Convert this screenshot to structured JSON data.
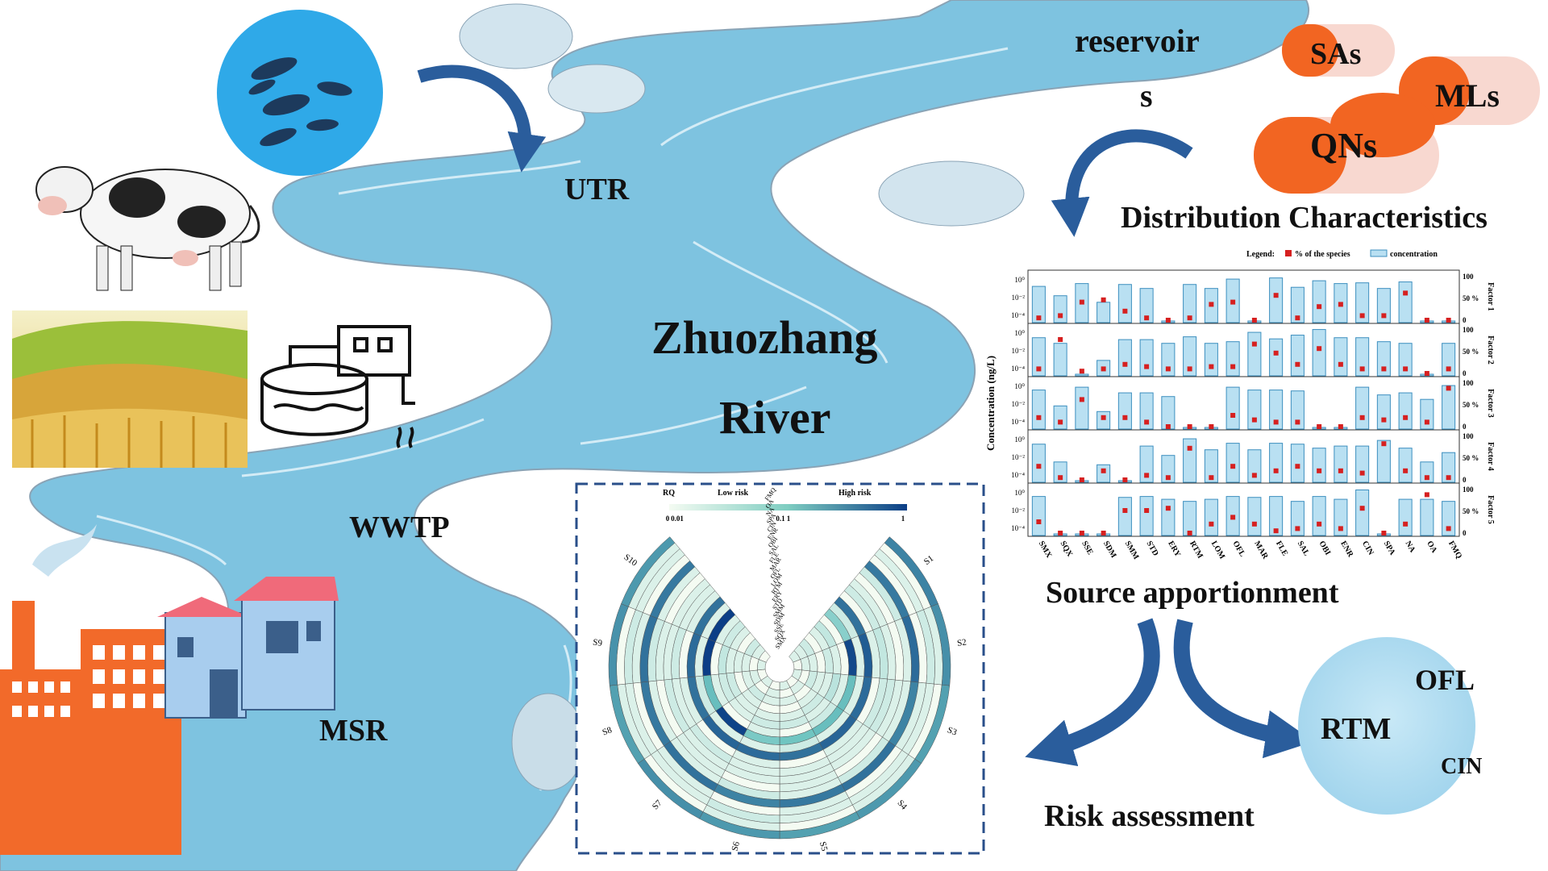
{
  "river": {
    "name_line1": "Zhuozhang",
    "name_line2": "River",
    "sites": {
      "utr": "UTR",
      "wwtp": "WWTP",
      "msr": "MSR"
    },
    "reservoir_line1": "reservoir",
    "reservoir_line2": "s"
  },
  "antibiotic_classes": [
    "SAs",
    "MLs",
    "QNs"
  ],
  "sections": {
    "distribution": "Distribution Characteristics",
    "source": "Source apportionment",
    "risk": "Risk assessment"
  },
  "risk_bubble": {
    "items": [
      "OFL",
      "RTM",
      "CIN"
    ]
  },
  "chart_data": [
    {
      "type": "bar",
      "legend": {
        "title": "Legend:",
        "items": [
          "% of the species",
          "concentration"
        ]
      },
      "ylabel": "Concentration (ng/L)",
      "yticks_left": [
        "10⁰",
        "10⁻²",
        "10⁻⁴"
      ],
      "yticks_right": [
        "100",
        "50 %",
        "0"
      ],
      "categories": [
        "SMX",
        "SQX",
        "SSE",
        "SDM",
        "SMM",
        "STD",
        "ERY",
        "RTM",
        "LOM",
        "OFL",
        "MAR",
        "FLE",
        "SAL",
        "OBI",
        "ENR",
        "CIN",
        "SPA",
        "NA",
        "OA",
        "FMQ"
      ],
      "series": [
        {
          "name": "Factor 1",
          "conc": [
            0.5,
            0.05,
            1,
            0.01,
            0.8,
            0.3,
            0.0001,
            0.8,
            0.3,
            3,
            0.0001,
            4,
            0.4,
            2,
            1,
            1.2,
            0.3,
            1.5,
            0.0001,
            0.0001
          ],
          "pct": [
            5,
            10,
            40,
            45,
            20,
            5,
            0,
            5,
            35,
            40,
            0,
            55,
            5,
            30,
            35,
            10,
            10,
            60,
            0,
            0
          ]
        },
        {
          "name": "Factor 2",
          "conc": [
            0.8,
            0.2,
            0.0001,
            0.003,
            0.5,
            0.5,
            0.2,
            1,
            0.2,
            0.3,
            3,
            0.6,
            1.5,
            6,
            0.8,
            0.8,
            0.3,
            0.2,
            0.0001,
            0.2
          ],
          "pct": [
            10,
            75,
            5,
            10,
            20,
            15,
            10,
            10,
            15,
            15,
            65,
            45,
            20,
            55,
            20,
            10,
            10,
            10,
            0,
            10
          ]
        },
        {
          "name": "Factor 3",
          "conc": [
            1,
            0.02,
            2,
            0.005,
            0.5,
            0.5,
            0.2,
            0.0001,
            0.0001,
            2,
            1,
            1,
            0.8,
            0.0001,
            0.0001,
            2,
            0.3,
            0.5,
            0.1,
            3
          ],
          "pct": [
            20,
            10,
            60,
            20,
            20,
            10,
            0,
            0,
            0,
            25,
            15,
            10,
            10,
            0,
            0,
            20,
            15,
            20,
            10,
            85
          ]
        },
        {
          "name": "Factor 4",
          "conc": [
            0.8,
            0.01,
            0.0001,
            0.005,
            0.0001,
            0.5,
            0.05,
            3,
            0.2,
            1,
            0.2,
            1,
            0.8,
            0.3,
            0.5,
            0.5,
            2,
            0.3,
            0.01,
            0.1
          ],
          "pct": [
            30,
            5,
            0,
            20,
            0,
            10,
            5,
            70,
            5,
            30,
            10,
            20,
            30,
            20,
            20,
            15,
            80,
            20,
            5,
            5
          ]
        },
        {
          "name": "Factor 5",
          "conc": [
            1,
            0.0001,
            0.0001,
            0.0001,
            0.8,
            1,
            0.5,
            0.3,
            0.5,
            1,
            0.8,
            1,
            0.3,
            1,
            0.5,
            5,
            0.0001,
            0.5,
            0.5,
            0.3
          ],
          "pct": [
            25,
            0,
            0,
            0,
            50,
            50,
            55,
            0,
            20,
            35,
            20,
            5,
            10,
            20,
            10,
            55,
            0,
            20,
            85,
            10
          ]
        }
      ]
    },
    {
      "type": "heatmap",
      "legend": {
        "title": "RQ",
        "low": "Low risk",
        "high": "High risk",
        "ticks": [
          "0",
          "0.01",
          "0.1",
          "1",
          "1"
        ]
      },
      "sites": [
        "S1",
        "S2",
        "S3",
        "S4",
        "S5",
        "S6",
        "S7",
        "S8",
        "S9",
        "S10"
      ],
      "rings": [
        "SMX",
        "SQX",
        "SSE",
        "SDM",
        "SMM",
        "STD",
        "ERY",
        "RTM",
        "LOM",
        "OFL",
        "MAR",
        "FLE",
        "SAL",
        "OBI",
        "ENR",
        "CIN",
        "SPA",
        "NA",
        "OA",
        "FMQ"
      ],
      "values": [
        [
          0.002,
          0.002,
          0.003,
          0.001,
          0.002,
          0.004,
          0.001,
          0.02,
          0.003,
          0.3,
          0.001,
          0.003,
          0.002,
          0.001,
          0.003,
          0.25,
          0.001,
          0.002,
          0.001,
          0.2
        ],
        [
          0.001,
          0.002,
          0.002,
          0.001,
          0.003,
          0.002,
          0.001,
          0.8,
          0.002,
          0.5,
          0.002,
          0.004,
          0.002,
          0.001,
          0.002,
          0.35,
          0.001,
          0.003,
          0.002,
          0.15
        ],
        [
          0.002,
          0.001,
          0.003,
          0.002,
          0.002,
          0.005,
          0.002,
          0.05,
          0.002,
          0.35,
          0.001,
          0.003,
          0.003,
          0.002,
          0.002,
          0.2,
          0.002,
          0.002,
          0.001,
          0.1
        ],
        [
          0.001,
          0.002,
          0.001,
          0.002,
          0.003,
          0.002,
          0.003,
          0.05,
          0.002,
          0.4,
          0.002,
          0.002,
          0.002,
          0.001,
          0.003,
          0.3,
          0.001,
          0.002,
          0.002,
          0.12
        ],
        [
          0.002,
          0.001,
          0.002,
          0.001,
          0.002,
          0.003,
          0.001,
          0.04,
          0.003,
          0.3,
          0.001,
          0.002,
          0.002,
          0.002,
          0.002,
          0.25,
          0.002,
          0.002,
          0.001,
          0.1
        ],
        [
          0.001,
          0.002,
          0.002,
          0.001,
          0.002,
          0.003,
          0.002,
          0.03,
          0.002,
          0.35,
          0.002,
          0.002,
          0.002,
          0.001,
          0.003,
          0.2,
          0.001,
          0.003,
          0.002,
          0.12
        ],
        [
          0.002,
          0.001,
          0.003,
          0.002,
          0.002,
          0.002,
          0.001,
          0.9,
          0.002,
          0.4,
          0.001,
          0.003,
          0.002,
          0.002,
          0.002,
          0.3,
          0.002,
          0.002,
          0.001,
          0.15
        ],
        [
          0.001,
          0.002,
          0.002,
          0.001,
          0.003,
          0.003,
          0.002,
          0.05,
          0.003,
          0.3,
          0.002,
          0.002,
          0.003,
          0.001,
          0.002,
          0.25,
          0.001,
          0.002,
          0.002,
          0.1
        ],
        [
          0.002,
          0.001,
          0.002,
          0.002,
          0.002,
          0.004,
          0.001,
          1.2,
          0.002,
          0.35,
          0.001,
          0.003,
          0.002,
          0.002,
          0.003,
          0.3,
          0.002,
          0.003,
          0.001,
          0.14
        ],
        [
          0.001,
          0.002,
          0.003,
          0.001,
          0.002,
          0.003,
          0.002,
          1.0,
          0.002,
          0.3,
          0.002,
          0.002,
          0.002,
          0.001,
          0.002,
          0.25,
          0.001,
          0.002,
          0.002,
          0.12
        ]
      ]
    }
  ],
  "colors": {
    "river": "#7ec3e0",
    "river_light": "#a9d8ec",
    "arrow": "#2a5d9c",
    "bar_fill": "#b9e0f2",
    "bar_stroke": "#3d8fbf",
    "pct_marker": "#d62020",
    "factory": "#f26a2a",
    "pill_orange": "#f26522",
    "pill_white": "#f8d8d0",
    "bubble": "#b5dff2",
    "frame_dash": "#2a4f8a",
    "heat_low": "#f4fbf2",
    "heat_mid": "#6cc3c0",
    "heat_high": "#0b3e86"
  },
  "icons": [
    "fish-icon",
    "cow-icon",
    "farmland-icon",
    "water-tank-icon",
    "factory-icon",
    "smoke-icon",
    "capsule-icon",
    "curved-arrow-icon"
  ]
}
